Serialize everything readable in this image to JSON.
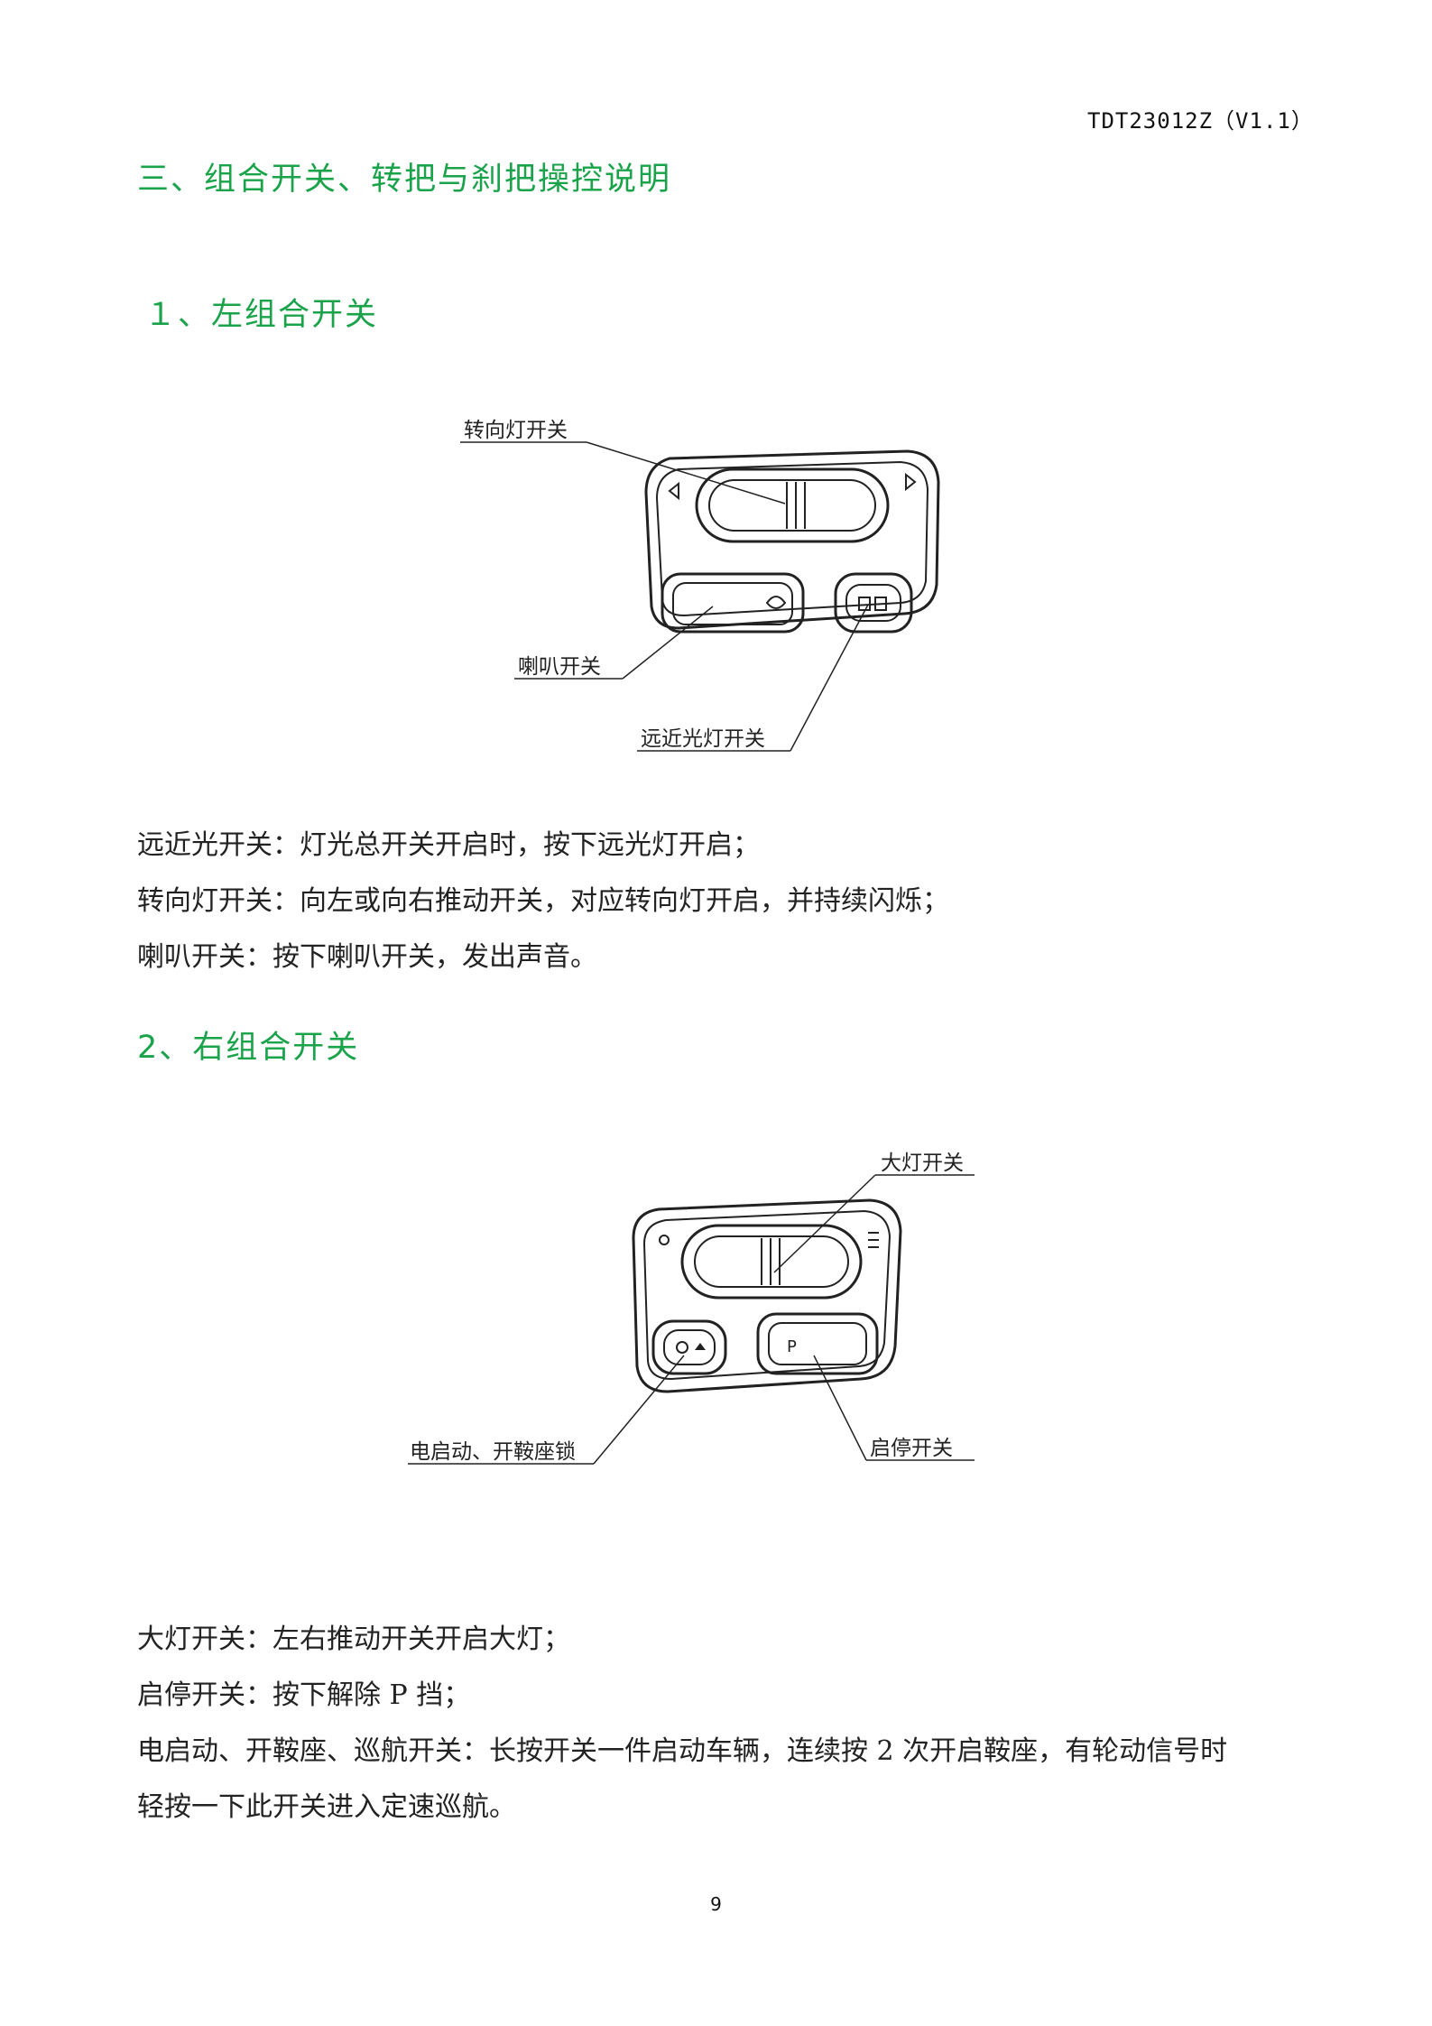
{
  "header": {
    "doc_code": "TDT23012Z（V1.1）"
  },
  "section": {
    "title": "三、组合开关、转把与刹把操控说明",
    "left_switch": {
      "title": "１、左组合开关",
      "labels": {
        "turn_signal": "转向灯开关",
        "horn": "喇叭开关",
        "beam": "远近光灯开关"
      },
      "descriptions": [
        "远近光开关：灯光总开关开启时，按下远光灯开启；",
        "转向灯开关：向左或向右推动开关，对应转向灯开启，并持续闪烁；",
        "喇叭开关：按下喇叭开关，发出声音。"
      ]
    },
    "right_switch": {
      "title": "2、右组合开关",
      "labels": {
        "headlight": "大灯开关",
        "electric_start": "电启动、开鞍座锁",
        "start_stop": "启停开关",
        "p_button": "P"
      },
      "descriptions": [
        "大灯开关：左右推动开关开启大灯；",
        "启停开关：按下解除 P 挡；",
        "电启动、开鞍座、巡航开关：长按开关一件启动车辆，连续按 2 次开启鞍座，有轮动信号时",
        "轻按一下此开关进入定速巡航。"
      ]
    }
  },
  "footer": {
    "page_number": "9"
  },
  "colors": {
    "heading": "#1aa34a",
    "text": "#222222"
  }
}
